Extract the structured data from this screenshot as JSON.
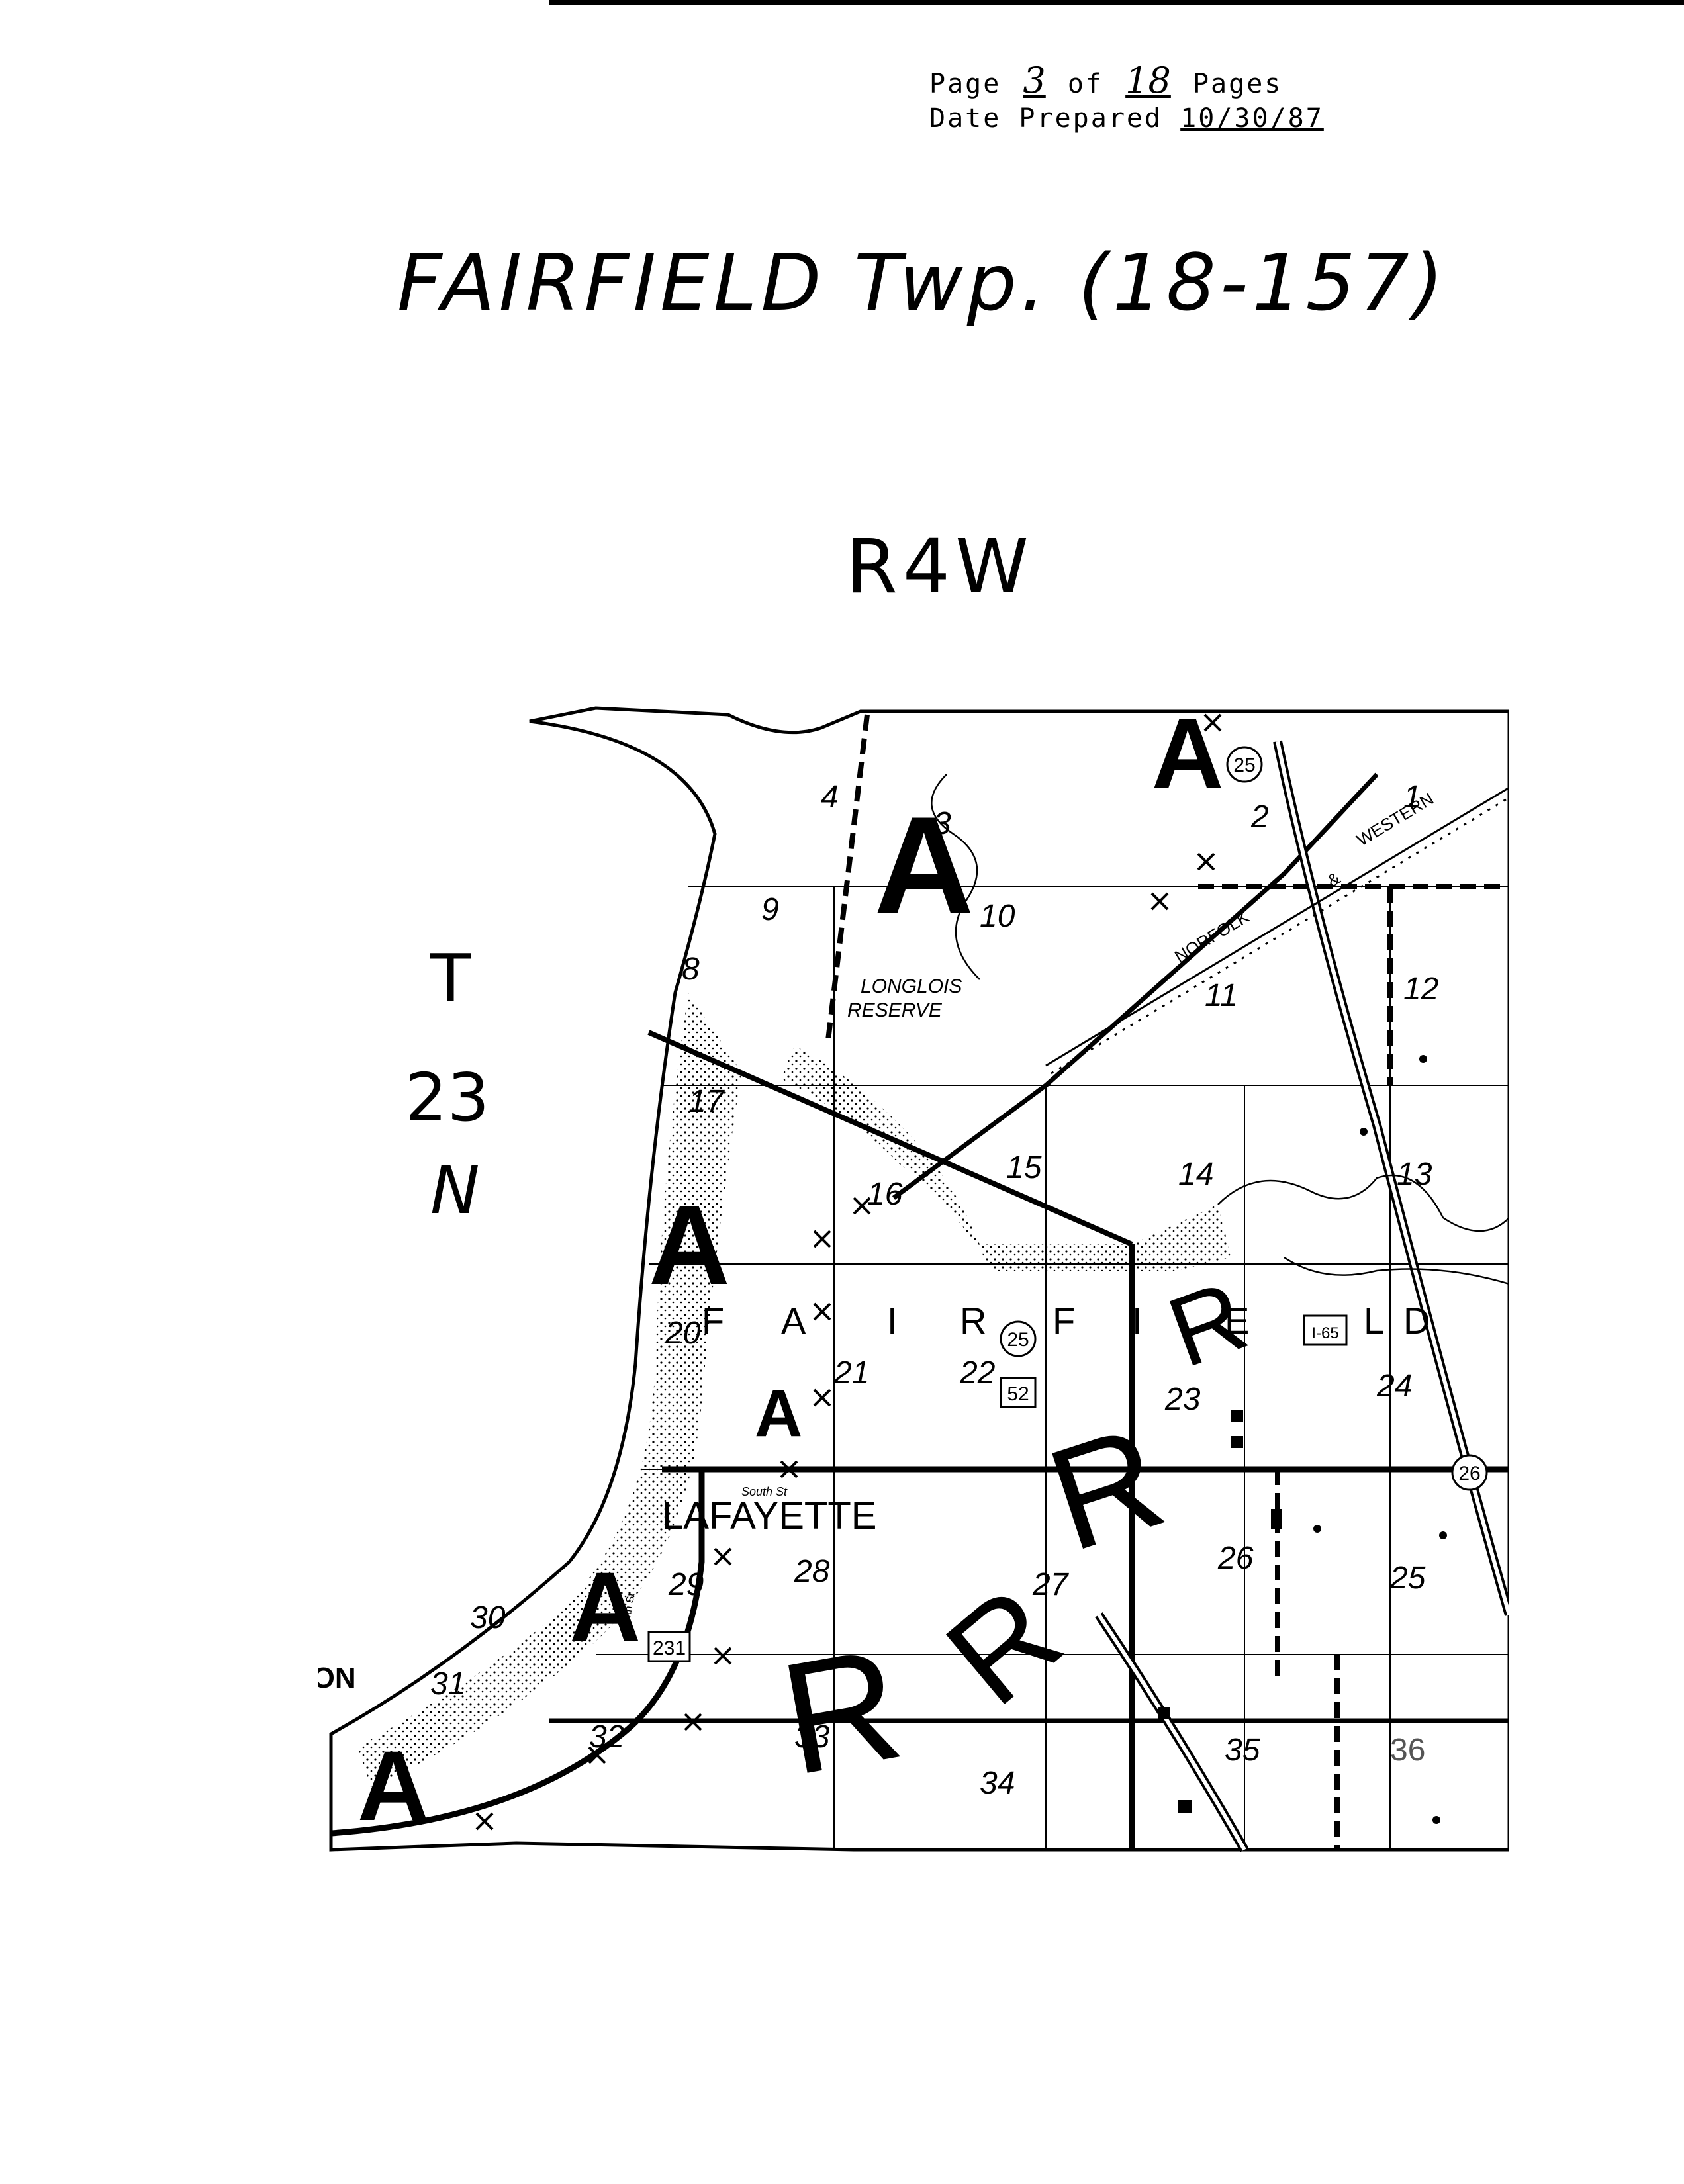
{
  "header": {
    "page_label": "Page",
    "page_number": "3",
    "of_label": "of",
    "total_pages": "18",
    "pages_label": "Pages",
    "date_label": "Date Prepared",
    "date_value": "10/30/87"
  },
  "title": "FAIRFIELD  Twp. (18-157)",
  "range_label": "R4W",
  "township_label": {
    "t": "T",
    "num": "23",
    "n": "N"
  },
  "map": {
    "township_name_letters": [
      "F",
      "A",
      "I",
      "R",
      "F",
      "I",
      "E",
      "L",
      "D"
    ],
    "places": {
      "lafayette": "LAFAYETTE",
      "elston": "ELSTON",
      "reserve_line1": "LONGLOIS",
      "reserve_line2": "RESERVE",
      "railroad_1": "NORFOLK",
      "railroad_and": "&",
      "railroad_2": "WESTERN",
      "street": "South St",
      "fourth_st": "4th St"
    },
    "routes": [
      "25",
      "25",
      "52",
      "231",
      "26",
      "I-65"
    ],
    "sections": [
      "1",
      "2",
      "3",
      "4",
      "8",
      "9",
      "10",
      "11",
      "12",
      "13",
      "14",
      "15",
      "16",
      "17",
      "20",
      "21",
      "22",
      "23",
      "24",
      "25",
      "26",
      "27",
      "28",
      "29",
      "30",
      "31",
      "32",
      "33",
      "34",
      "35",
      "36"
    ],
    "annotations": [
      "A",
      "A",
      "A",
      "A",
      "A",
      "A",
      "R",
      "R",
      "R",
      "R"
    ]
  }
}
